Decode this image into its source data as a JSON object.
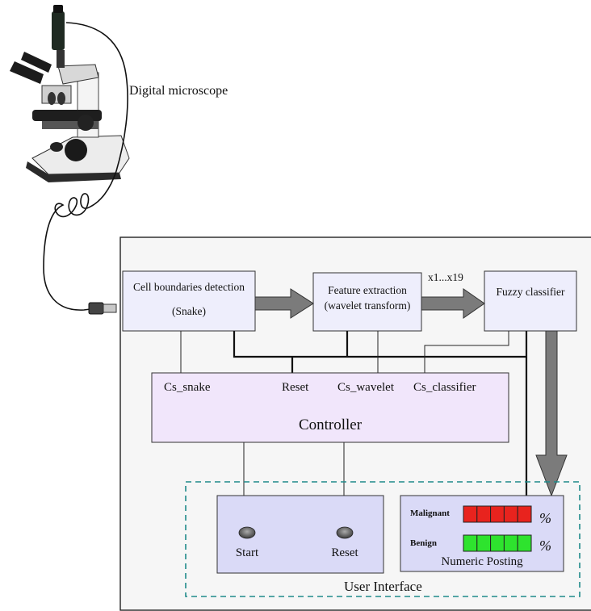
{
  "microscope": {
    "label": "Digital microscope"
  },
  "pipeline": {
    "cell_detection": {
      "line1": "Cell boundaries detection",
      "line2": "(Snake)"
    },
    "feature_extraction": {
      "line1": "Feature extraction",
      "line2": "(wavelet transform)"
    },
    "features_label": "x1...x19",
    "fuzzy_classifier": "Fuzzy classifier"
  },
  "controller": {
    "title": "Controller",
    "signals": [
      "Cs_snake",
      "Reset",
      "Cs_wavelet",
      "Cs_classifier"
    ]
  },
  "buttons_panel": {
    "start": "Start",
    "reset": "Reset"
  },
  "numeric_posting": {
    "title": "Numeric Posting",
    "malignant": "Malignant",
    "benign": "Benign",
    "percent": "%",
    "malignant_color": "#e8231e",
    "benign_color": "#2ee32e"
  },
  "user_interface_label": "User Interface",
  "colors": {
    "block_fill": "#eeeefc",
    "controller_fill": "#f1e6fb",
    "ui_panel_fill": "#dadaf7",
    "arrow_fill": "#7b7b7b",
    "dashed_border": "#1f8a8a"
  }
}
